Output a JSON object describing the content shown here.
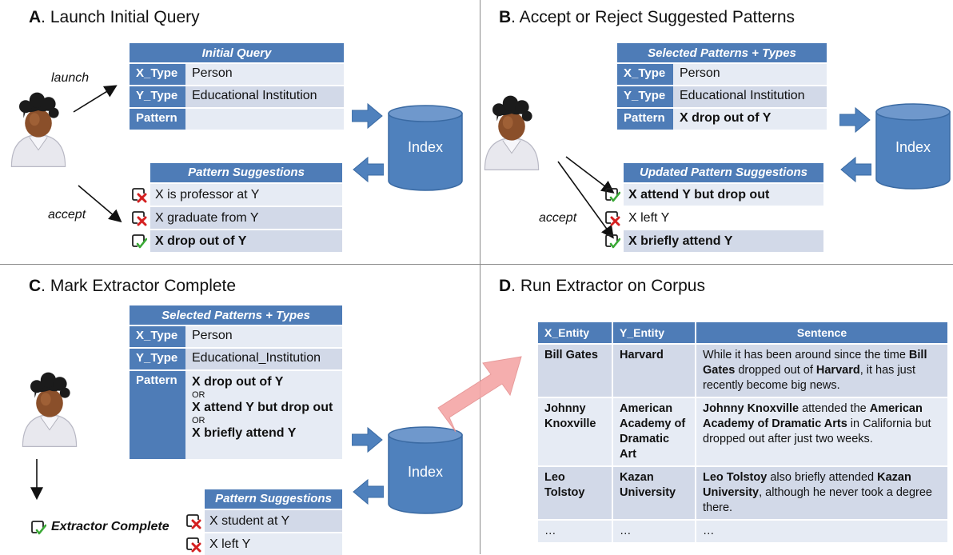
{
  "panels": {
    "a": {
      "letter": "A",
      "title": ". Launch Initial Query",
      "query_header": "Initial Query",
      "rows": [
        {
          "key": "X_Type",
          "value": "Person"
        },
        {
          "key": "Y_Type",
          "value": "Educational Institution"
        },
        {
          "key": "Pattern",
          "value": ""
        }
      ],
      "suggestions_header": "Pattern Suggestions",
      "suggestions": [
        {
          "text": "X is professor at Y",
          "status": "rejected"
        },
        {
          "text": "X graduate from Y",
          "status": "rejected"
        },
        {
          "text": "X drop out of Y",
          "status": "accepted"
        }
      ],
      "launch_label": "launch",
      "accept_label": "accept",
      "index_label": "Index"
    },
    "b": {
      "letter": "B",
      "title": ". Accept or Reject Suggested Patterns",
      "query_header": "Selected Patterns + Types",
      "rows": [
        {
          "key": "X_Type",
          "value": "Person"
        },
        {
          "key": "Y_Type",
          "value": "Educational Institution"
        },
        {
          "key": "Pattern",
          "value": "X drop out of Y"
        }
      ],
      "suggestions_header": "Updated Pattern Suggestions",
      "suggestions": [
        {
          "text": "X attend Y but drop out",
          "status": "accepted"
        },
        {
          "text": "X left Y",
          "status": "rejected"
        },
        {
          "text": "X briefly attend Y",
          "status": "accepted"
        }
      ],
      "accept_label": "accept",
      "index_label": "Index"
    },
    "c": {
      "letter": "C",
      "title": ". Mark Extractor Complete",
      "query_header": "Selected Patterns + Types",
      "rows": [
        {
          "key": "X_Type",
          "value": "Person"
        },
        {
          "key": "Y_Type",
          "value": "Educational_Institution"
        },
        {
          "key": "Pattern",
          "value": ""
        }
      ],
      "patterns": [
        "X drop out of Y",
        "X attend Y but drop out",
        "X briefly attend Y"
      ],
      "or_label": "OR",
      "suggestions_header": "Pattern Suggestions",
      "suggestions": [
        {
          "text": "X student at Y",
          "status": "rejected"
        },
        {
          "text": "X left Y",
          "status": "rejected"
        }
      ],
      "complete_label": "Extractor Complete",
      "index_label": "Index"
    },
    "d": {
      "letter": "D",
      "title": ". Run Extractor on Corpus",
      "columns": [
        "X_Entity",
        "Y_Entity",
        "Sentence"
      ],
      "rows": [
        {
          "x": "Bill Gates",
          "y": "Harvard",
          "sentence": [
            {
              "t": "While it has been around since the time ",
              "b": false
            },
            {
              "t": "Bill Gates",
              "b": true
            },
            {
              "t": " dropped out of ",
              "b": false
            },
            {
              "t": "Harvard",
              "b": true
            },
            {
              "t": ", it has just recently become big news.",
              "b": false
            }
          ]
        },
        {
          "x": "Johnny Knoxville",
          "y": "American Academy of Dramatic Art",
          "sentence": [
            {
              "t": "Johnny Knoxville",
              "b": true
            },
            {
              "t": " attended the ",
              "b": false
            },
            {
              "t": "American Academy of Dramatic Arts",
              "b": true
            },
            {
              "t": " in California but dropped out after just two weeks.",
              "b": false
            }
          ]
        },
        {
          "x": "Leo Tolstoy",
          "y": "Kazan University",
          "sentence": [
            {
              "t": "Leo Tolstoy",
              "b": true
            },
            {
              "t": " also briefly attended ",
              "b": false
            },
            {
              "t": "Kazan University",
              "b": true
            },
            {
              "t": ", although he never took a degree there.",
              "b": false
            }
          ]
        },
        {
          "x": "…",
          "y": "…",
          "sentence": [
            {
              "t": "…",
              "b": false
            }
          ]
        }
      ]
    }
  },
  "colors": {
    "table_blue": "#4e7cb7",
    "row_light": "#e6ebf4",
    "row_dark": "#d2d9e8",
    "cylinder": "#4f81bd",
    "arrow_pink": "#f4a6a6"
  }
}
